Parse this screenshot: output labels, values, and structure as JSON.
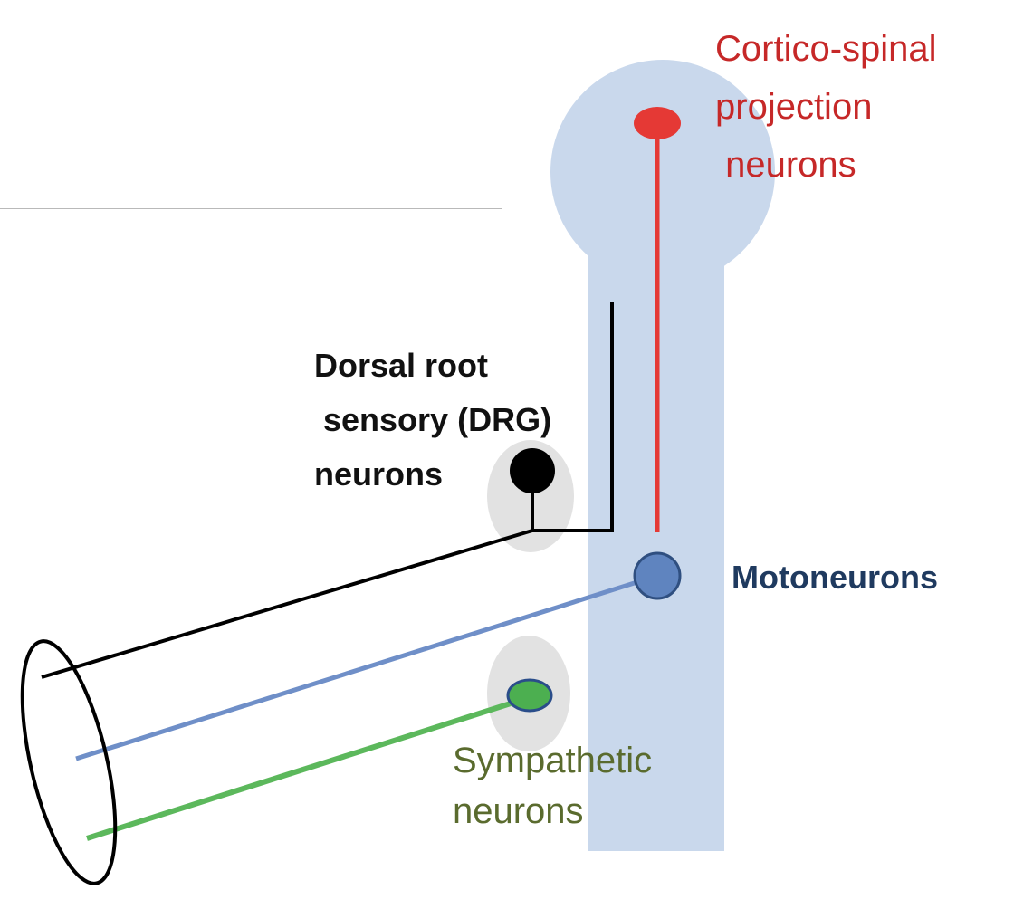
{
  "colors": {
    "spinal_cord": "#c9d8ec",
    "ganglion": "#e2e2e2",
    "corticospinal": "#e53935",
    "corticospinal_label": "#c62828",
    "drg": "#000000",
    "motoneuron_fill": "#5f84bf",
    "motoneuron_stroke": "#2f4f80",
    "motoneuron_axon": "#6f8fc8",
    "motoneuron_label": "#1f3a5f",
    "sympathetic_fill": "#4caf50",
    "sympathetic_stroke": "#2a4d8a",
    "sympathetic_axon": "#5cb85c",
    "sympathetic_label": "#5a6b2e"
  },
  "labels": {
    "corticospinal": "Cortico-spinal\nprojection\n neurons",
    "drg": "Dorsal root\n sensory (DRG)\nneurons",
    "motoneurons": "Motoneurons",
    "sympathetic": "Sympathetic\nneurons"
  }
}
